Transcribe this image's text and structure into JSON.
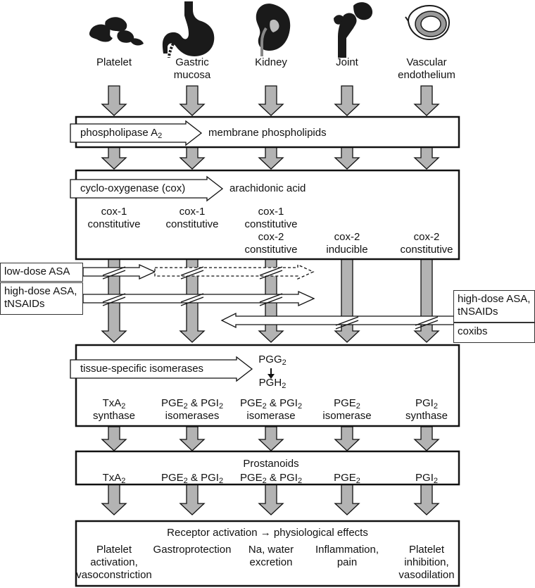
{
  "organs": [
    {
      "label": "Platelet",
      "icon": "platelets-icon"
    },
    {
      "label": "Gastric\nmucosa",
      "icon": "stomach-icon"
    },
    {
      "label": "Kidney",
      "icon": "kidney-icon"
    },
    {
      "label": "Joint",
      "icon": "joint-icon"
    },
    {
      "label": "Vascular\nendothelium",
      "icon": "vessel-icon"
    }
  ],
  "membrane": {
    "enzyme": "phospholipase A",
    "enzyme_sub": "2",
    "substrate": "membrane phospholipids"
  },
  "cox": {
    "enzyme": "cyclo-oxygenase (cox)",
    "substrate": "arachidonic acid",
    "isoforms": [
      "cox-1\nconstitutive",
      "cox-1\nconstitutive",
      "cox-1\nconstitutive\ncox-2\nconstitutive",
      "cox-2\ninducible",
      "cox-2\nconstitutive"
    ]
  },
  "inhibitors": {
    "low_dose": "low-dose ASA",
    "high_dose_left": "high-dose ASA,\ntNSAIDs",
    "high_dose_right": "high-dose ASA,\ntNSAIDs",
    "coxibs": "coxibs"
  },
  "isomerase": {
    "enzyme": "tissue-specific isomerases",
    "pgg": "PGG",
    "pgg_sub": "2",
    "pgh": "PGH",
    "pgh_sub": "2",
    "enzymes": [
      "TxA2\nsynthase",
      "PGE2 & PGI2\nisomerases",
      "PGE2 & PGI2\nisomerase",
      "PGE2\nisomerase",
      "PGI2\nsynthase"
    ]
  },
  "prostanoids": {
    "title": "Prostanoids",
    "items": [
      "TxA2",
      "PGE2 & PGI2",
      "PGE2 & PGI2",
      "PGE2",
      "PGI2"
    ]
  },
  "effects": {
    "title": "Receptor activation → physiological effects",
    "items": [
      "Platelet\nactivation,\nvasoconstriction",
      "Gastroprotection",
      "Na, water\nexcretion",
      "Inflammation,\npain",
      "Platelet\ninhibition,\nvasodilation"
    ]
  },
  "colors": {
    "arrow_fill": "#b3b3b3",
    "stroke": "#111111",
    "icon_fill": "#1a1a1a"
  }
}
